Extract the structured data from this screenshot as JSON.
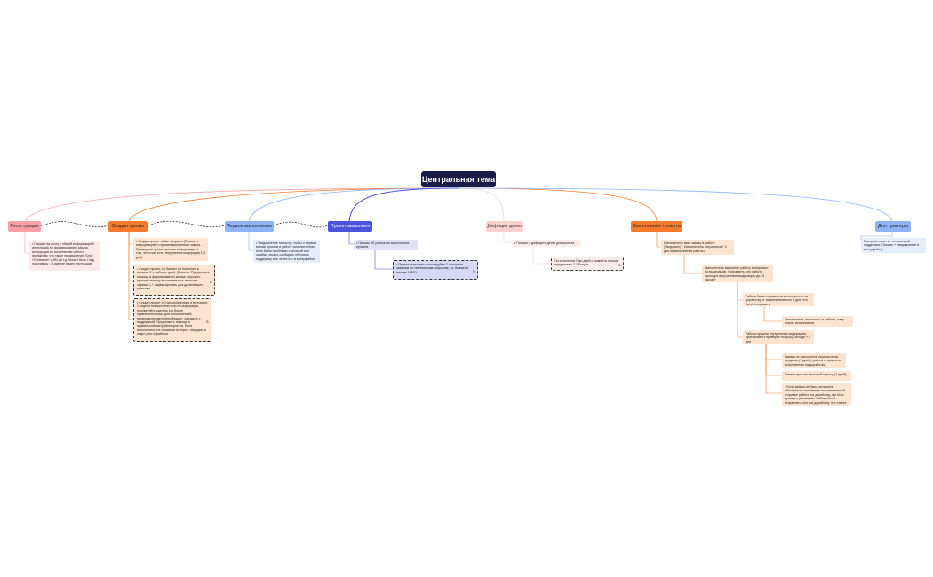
{
  "central_topic": "Центральная тема",
  "branches": [
    {
      "id": "registration",
      "label": "Регистрация",
      "color": "#f7a1a6",
      "text_color": "#333333"
    },
    {
      "id": "create_project",
      "label": "Создан проект",
      "color": "#f47b2c",
      "text_color": "#222222"
    },
    {
      "id": "first_execution",
      "label": "Первое выполнение",
      "color": "#8fb3f7",
      "text_color": "#222222"
    },
    {
      "id": "project_done",
      "label": "Проект выполнен",
      "color": "#4c52d9",
      "text_color": "#ffffff"
    },
    {
      "id": "money_deficit",
      "label": "Дефицит денег",
      "color": "#fbd0cf",
      "text_color": "#333333"
    },
    {
      "id": "project_execution",
      "label": "Выполнение проекта",
      "color": "#f47b2c",
      "text_color": "#222222"
    },
    {
      "id": "extra_triggers",
      "label": "Доп триггеры",
      "color": "#8fb3f7",
      "text_color": "#222222"
    }
  ],
  "notes": {
    "registration_1": "• Письмо на почту с общей информацией: инструкция по формированию заказа, инструкция по пополнению счёта и форматам, что такое продвижение. Блок «Полезное» (URL) и т.д. Может быть Гайд по сервису - В идеале видео инструкция",
    "create_1": "• Создан проект и был запущен (Письмо с информацией о сроках выполнения заказа. Примерные сроки, краткая информация о том, что и как есть, внутренняя модерация 1-3 дня)",
    "create_2": "• Создан проект, но баланс не пополнен в течении 3-х рабочих дней. (Письмо: Предложить помощь в формировании заказа, спросить причину почему засомневались в нашем сервисе.) + зафиксировать для дальнейшего решения",
    "create_3": "• Создан проект с 0 исполнителями и в течение 1 недели не выполнен или на модерации, посоветуйте сделать его более привлекательным для исполнителей, предложите увеличить бюджет, обсудите с поддержкой. Предложить помощь в правильной настройке проекта. Если исполнители не проявили интерес, передать в отдел для обработки",
    "first_1": "• Уведомление на почту, чтобы о первом взятии проекта в работу исполнителем, если были проблемы с оплатой или ошибки, можно сообщить об этом в поддержку или через чат в интерфейсе",
    "done_1": "• Письмо об успешном выполнении проекта",
    "done_2": "• Проект выполнен и исследуйте 3-х отзывов заказчик по техническим вопросам, т.к. бывает в письме MAP?",
    "deficit_1": "• Письмо о дефиците денег для проекта",
    "deficit_2": "По истечении 7-ми дней с момента письма предлагаем 2-3 бонуса",
    "exec_1": "Исполнитель взял заявку в работу (Уведомил) + Исполнитель потратился + 2 дня на выполнение работы",
    "exec_2": "Исполнитель выполнил работу и отправил на модерацию. Напомнить, что работа проходит внутреннюю модерацию до 24 часов +",
    "exec_3": "Работа была отправлена исполнителю на доработку от исполнителя есть 2 дня, что бы её отправить",
    "exec_4": "Исполнитель отказался от работы, надо искать исполнителя",
    "exec_5": "Работа прошла внутреннюю модерацию, приступаем к проверке по сроку, исходя + 2 дня",
    "exec_6": "Заявка не выполнена: перечислены средства (7 дней), работа отправлена исполнителю на доработку",
    "exec_7": "Заявка прошла тестовый период (7 дней)",
    "exec_8": "• Если заявка не была оплачена, обязательно напомните исполнителю об отправке работы на доработку, где есть пример с решением. Работа была отправлена исп. на доработку, нет ответа от исп.",
    "extra_1": "Поступил ответ от технической поддержки (Письмо + уведомление в интерфейсе)"
  },
  "pin_icon": "pin-icon"
}
